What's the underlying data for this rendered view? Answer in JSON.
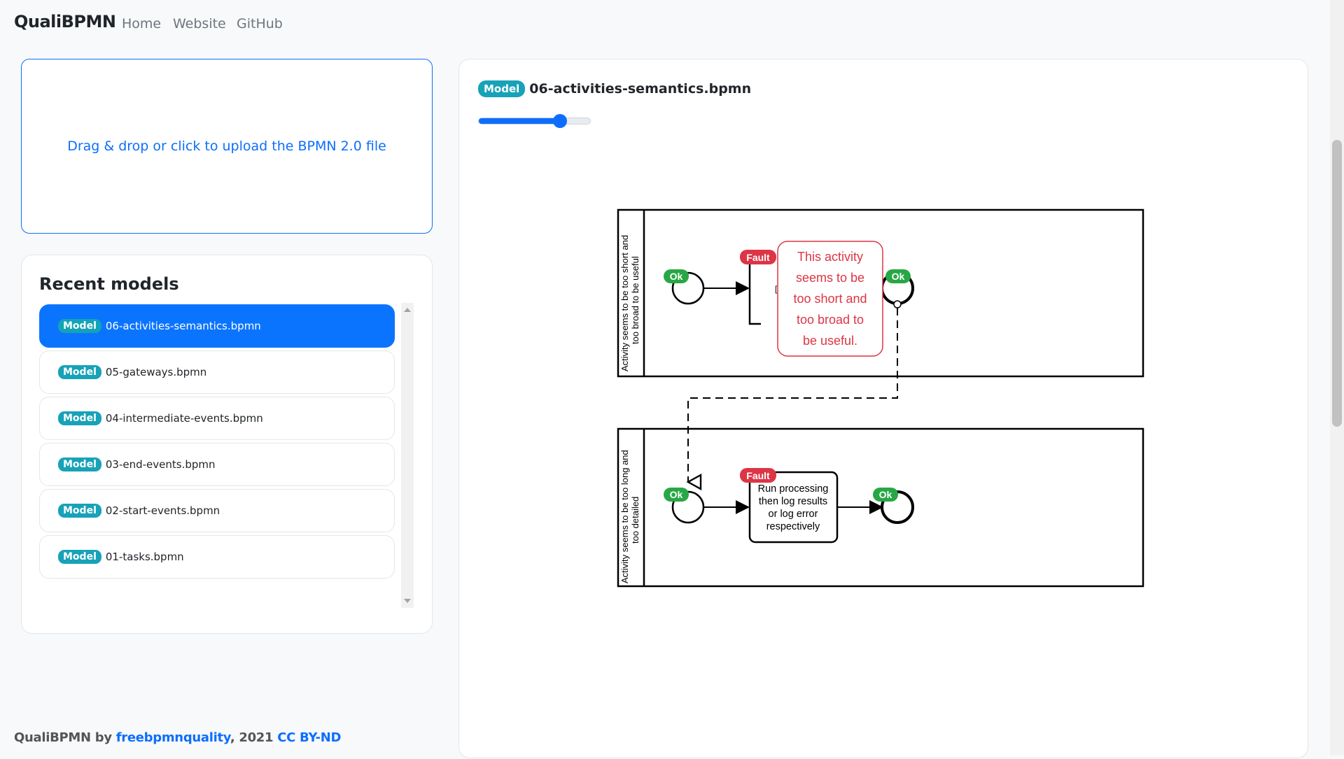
{
  "nav": {
    "brand": "QualiBPMN",
    "links": [
      "Home",
      "Website",
      "GitHub"
    ]
  },
  "upload": {
    "text": "Drag & drop or click to upload the BPMN 2.0 file"
  },
  "recent": {
    "title": "Recent models",
    "badge": "Model",
    "items": [
      {
        "name": "06-activities-semantics.bpmn",
        "active": true
      },
      {
        "name": "05-gateways.bpmn",
        "active": false
      },
      {
        "name": "04-intermediate-events.bpmn",
        "active": false
      },
      {
        "name": "03-end-events.bpmn",
        "active": false
      },
      {
        "name": "02-start-events.bpmn",
        "active": false
      },
      {
        "name": "01-tasks.bpmn",
        "active": false
      }
    ]
  },
  "viewer": {
    "badge": "Model",
    "filename": "06-activities-semantics.bpmn",
    "zoom_fraction": 0.73
  },
  "diagram": {
    "lane1_label_line1": "Activity seems to be too short and",
    "lane1_label_line2": "too broad to be useful",
    "lane2_label_line1": "Activity seems to be too long and",
    "lane2_label_line2": "too detailed",
    "ok_label": "Ok",
    "fault_label": "Fault",
    "tooltip_lines": [
      "This activity",
      "seems to be",
      "too short and",
      "too broad to",
      "be useful."
    ],
    "task2_lines": [
      "Run processing",
      "then log results",
      "or log error",
      "respectively"
    ],
    "task1_fragment": "["
  },
  "footer": {
    "brand": "QualiBPMN",
    "by": " by ",
    "author": "freebpmnquality",
    "year": ", 2021 ",
    "license": "CC BY-ND"
  },
  "colors": {
    "primary": "#0d6efd",
    "badge": "#17a2b8",
    "ok": "#28a745",
    "fault": "#dc3545"
  }
}
